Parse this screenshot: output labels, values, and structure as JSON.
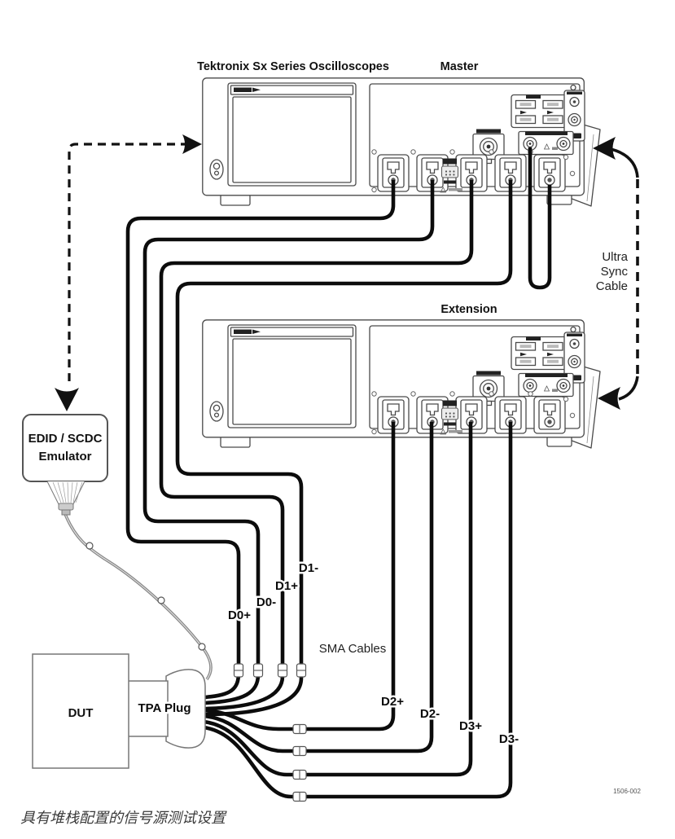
{
  "figure": {
    "title": "Tektronix Sx Series Oscilloscopes",
    "master_label": "Master",
    "extension_label": "Extension",
    "sync_lines": [
      "Ultra",
      "Sync",
      "Cable"
    ],
    "emulator_lines": [
      "EDID / SCDC",
      "Emulator"
    ],
    "dut_label": "DUT",
    "tpa_plug_label": "TPA Plug",
    "sma_cables_label": "SMA Cables",
    "lane_labels": {
      "d0_plus": "D0+",
      "d0_minus": "D0-",
      "d1_plus": "D1+",
      "d1_minus": "D1-",
      "d2_plus": "D2+",
      "d2_minus": "D2-",
      "d3_plus": "D3+",
      "d3_minus": "D3-"
    },
    "figure_code": "1506-002",
    "caption": "具有堆栈配置的信号源测试设置",
    "colors": {
      "cable": "#0c0c0c",
      "outline": "#4a4a4a",
      "emulator_cable": "#8a8a8a"
    }
  }
}
